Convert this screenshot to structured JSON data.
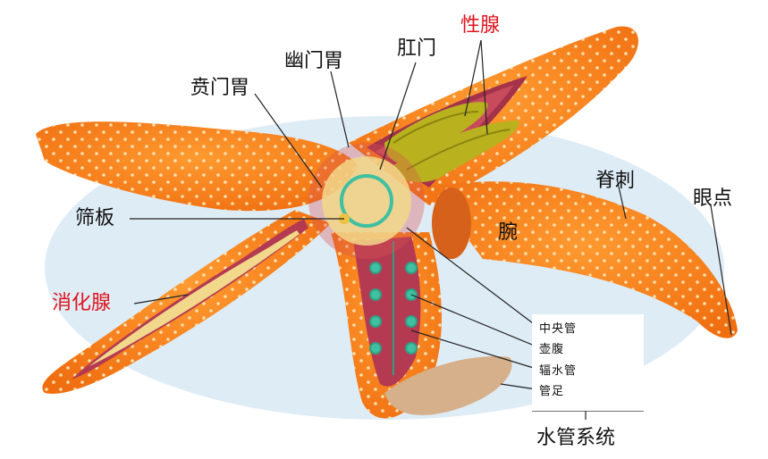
{
  "labels": {
    "cardiac_stomach": "贲门胃",
    "pyloric_stomach": "幽门胃",
    "anus": "肛门",
    "gonad": "性腺",
    "madreporite": "筛板",
    "digestive_gland": "消化腺",
    "spine": "脊刺",
    "eyespot": "眼点",
    "arm": "腕",
    "water_vascular_system": "水管系统"
  },
  "water_vascular_parts": [
    "中央管",
    "壶腹",
    "辐水管",
    "管足"
  ],
  "colors": {
    "body_orange": "#f7811e",
    "tube_feet_green": "#3fc0a0",
    "gland_yellow": "#f2d88a",
    "gonad_olive": "#b9b21e",
    "label_red": "#e0141e"
  }
}
